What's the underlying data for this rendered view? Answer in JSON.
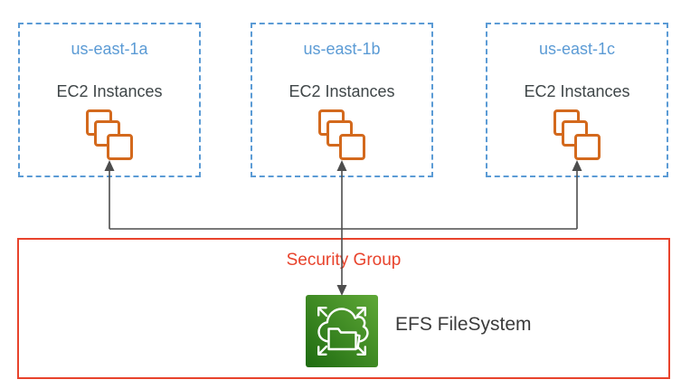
{
  "diagram": {
    "availability_zones": [
      {
        "name": "us-east-1a",
        "service": "EC2 Instances"
      },
      {
        "name": "us-east-1b",
        "service": "EC2 Instances"
      },
      {
        "name": "us-east-1c",
        "service": "EC2 Instances"
      }
    ],
    "security_group": {
      "label": "Security Group"
    },
    "efs": {
      "label": "EFS FileSystem"
    },
    "icons": {
      "ec2": "ec2-instances-stack-icon",
      "efs": "efs-filesystem-icon",
      "connectors": "bidirectional-arrow-connectors"
    },
    "colors": {
      "az_border_blue": "#5B9BD5",
      "az_label_blue": "#5B9BD5",
      "ec2_orange": "#D3691D",
      "security_red": "#E8432C",
      "text_dark": "#3B3B3B",
      "connector_gray": "#4D4D4D",
      "efs_green_dark": "#1E6B10",
      "efs_green_light": "#5FA837"
    }
  }
}
